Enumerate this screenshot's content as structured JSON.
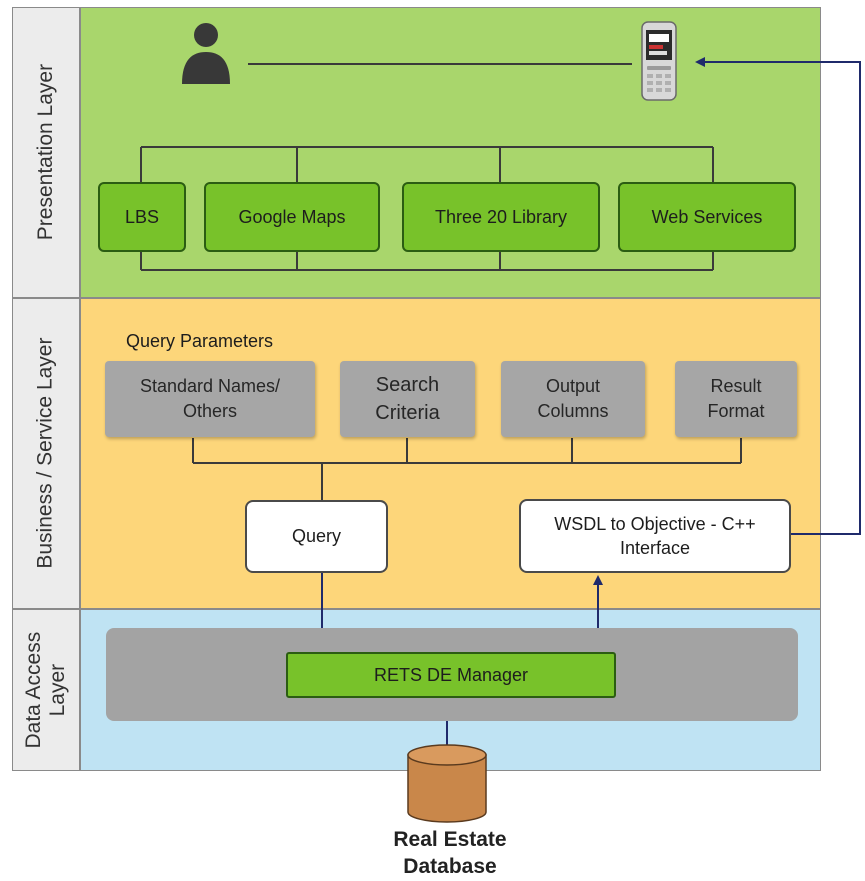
{
  "layers": {
    "presentation": "Presentation Layer",
    "business": "Business / Service Layer",
    "data_access": "Data Access\nLayer"
  },
  "presentation": {
    "modules": [
      "LBS",
      "Google Maps",
      "Three 20 Library",
      "Web Services"
    ]
  },
  "business": {
    "query_params_title": "Query Parameters",
    "params": [
      "Standard Names/\nOthers",
      "Search\nCriteria",
      "Output\nColumns",
      "Result\nFormat"
    ],
    "query": "Query",
    "wsdl": "WSDL to Objective - C++\nInterface"
  },
  "data_access": {
    "manager": "RETS DE Manager"
  },
  "database": {
    "label": "Real Estate\nDatabase"
  },
  "colors": {
    "presentation_bg": "#a9d66c",
    "business_bg": "#fdd67a",
    "data_access_bg": "#bfe3f3",
    "module_green": "#78c22a",
    "param_gray": "#a6a6a6",
    "db_brown": "#c9874a",
    "arrow_navy": "#1f2a6b"
  }
}
